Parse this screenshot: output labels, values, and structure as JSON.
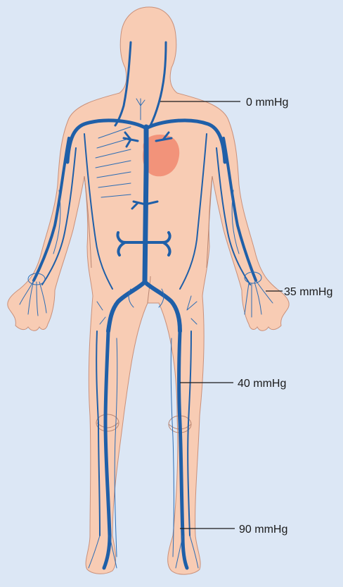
{
  "colors": {
    "background": "#dce7f5",
    "skin": "#f8ccb4",
    "vein": "#1f5fa8",
    "heart": "#f2937a"
  },
  "labels": [
    {
      "id": "neck",
      "text": "0 mmHg"
    },
    {
      "id": "hand",
      "text": "35 mmHg"
    },
    {
      "id": "thigh",
      "text": "40 mmHg"
    },
    {
      "id": "ankle",
      "text": "90 mmHg"
    }
  ]
}
